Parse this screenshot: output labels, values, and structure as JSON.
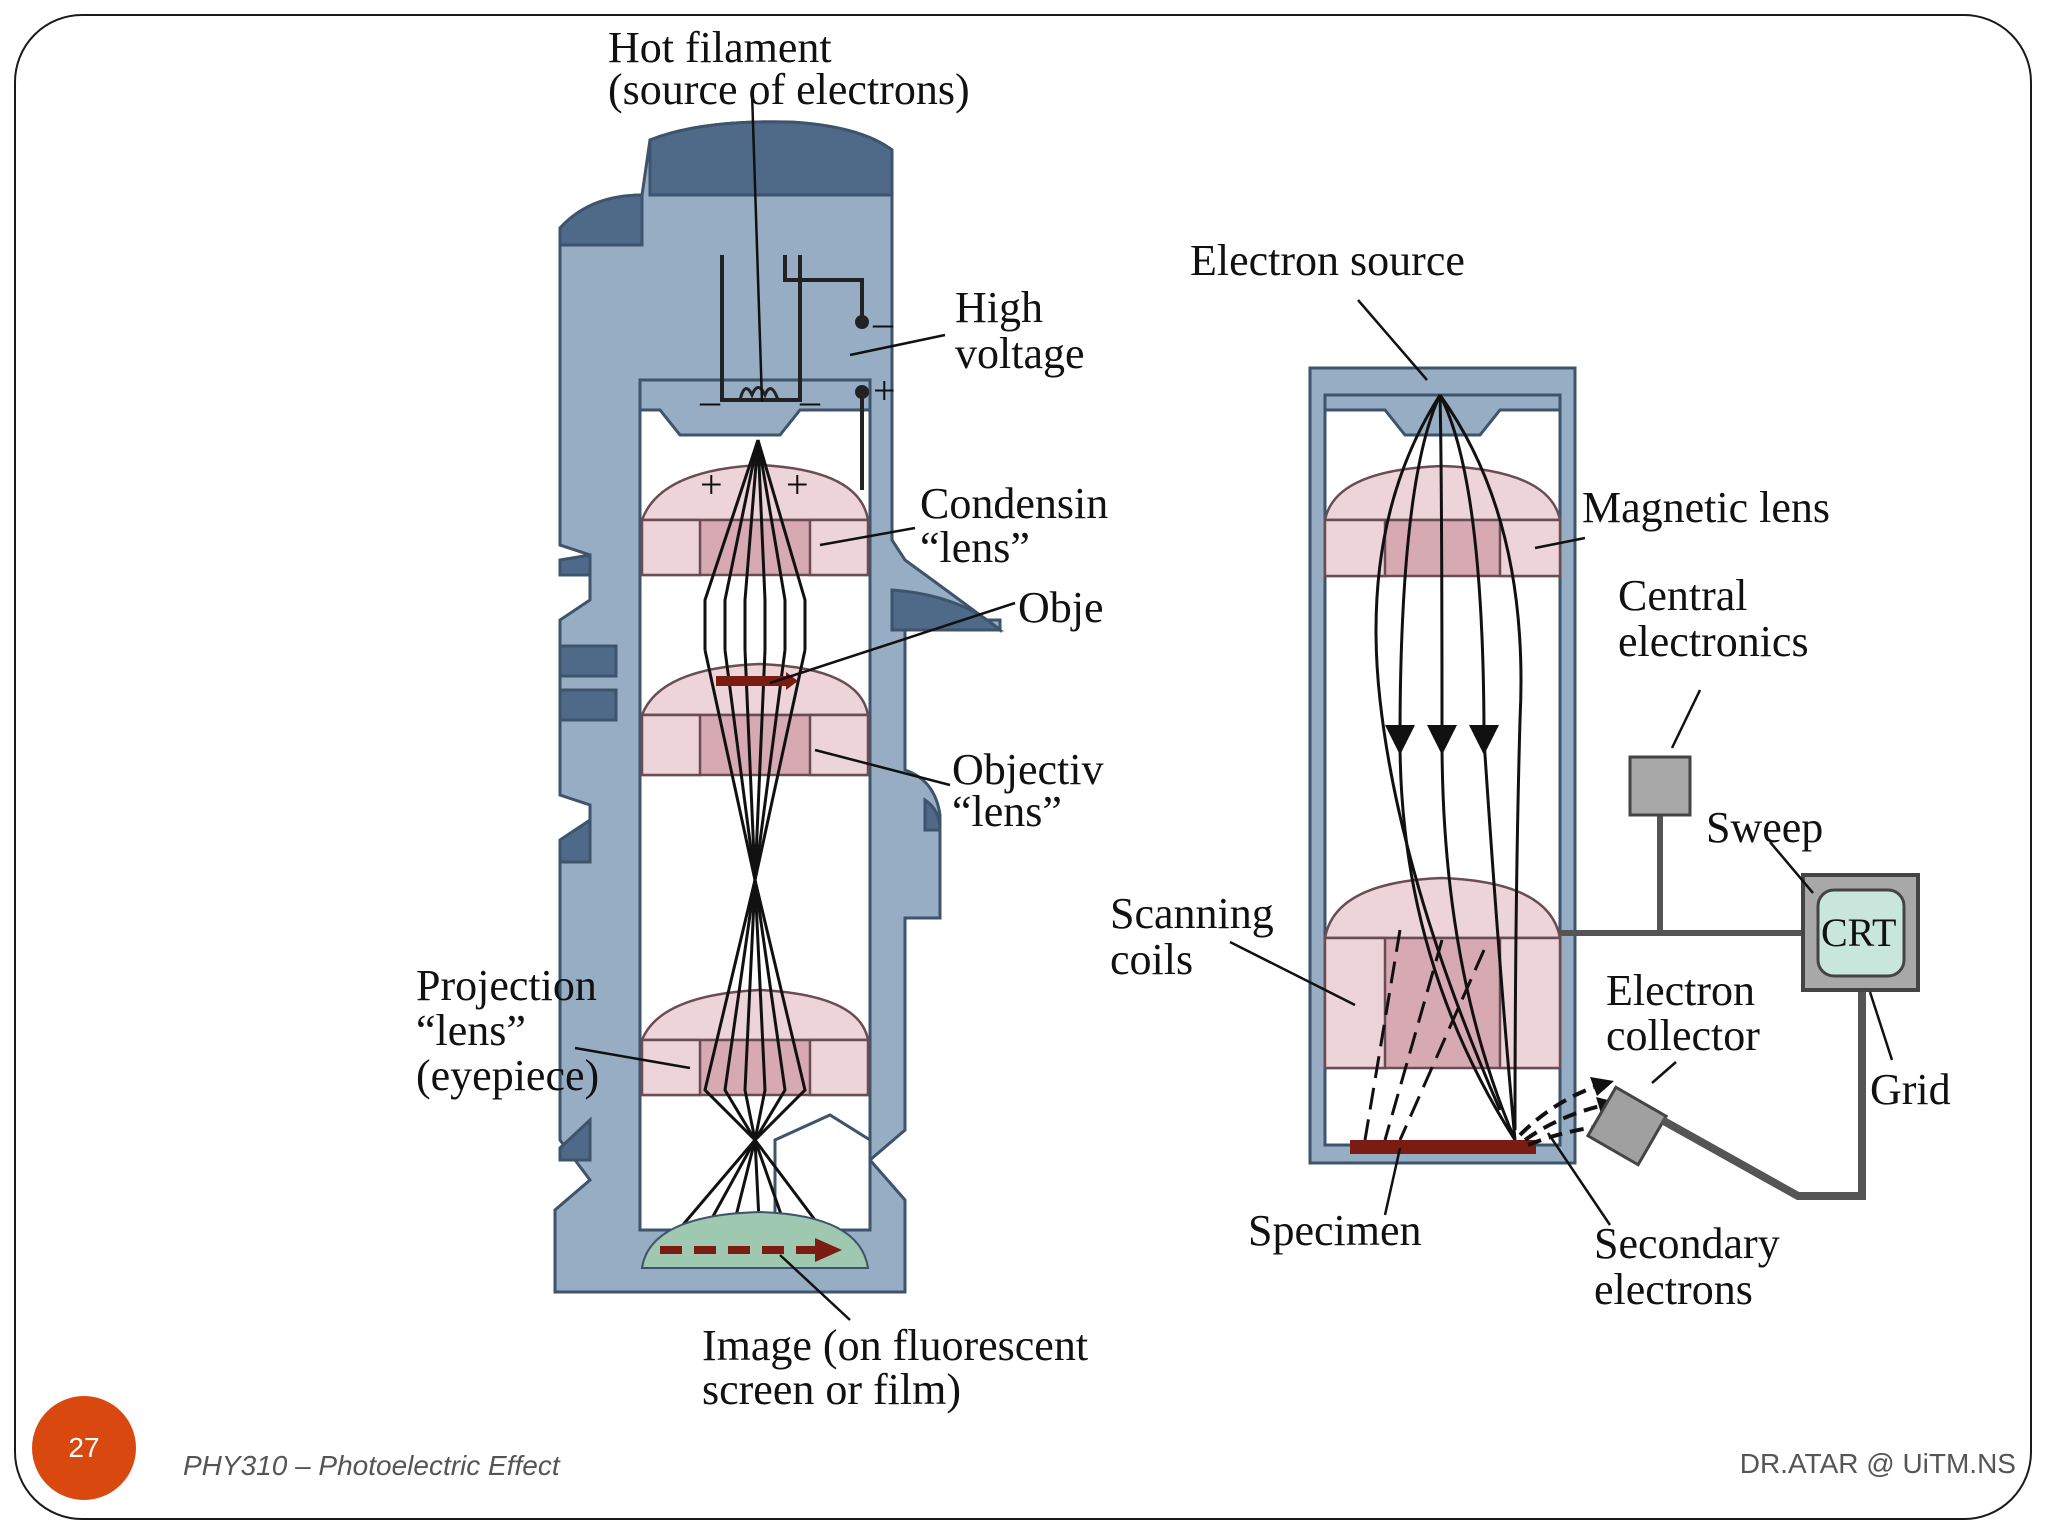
{
  "slide": {
    "page_number": "27",
    "footer_left": "PHY310 – Photoelectric Effect",
    "footer_right": "DR.ATAR @ UiTM.NS"
  },
  "tem": {
    "hot_filament": [
      "Hot filament",
      "(source of electrons)"
    ],
    "high_voltage": [
      "High",
      "voltage"
    ],
    "condensing_lens": [
      "Condensin",
      "“lens”"
    ],
    "object": "Obje",
    "objective_lens": [
      "Objectiv",
      "“lens”"
    ],
    "projection_lens": [
      "Projection",
      "“lens”",
      "(eyepiece)"
    ],
    "image": [
      "Image (on fluorescent",
      "screen or film)"
    ],
    "terminal_minus": "–",
    "terminal_plus": "+",
    "filament_minus": "–",
    "plate_plus": "+"
  },
  "sem": {
    "electron_source": "Electron source",
    "magnetic_lens": "Magnetic lens",
    "central_electronics": [
      "Central",
      "electronics"
    ],
    "sweep": "Sweep",
    "crt": "CRT",
    "scanning_coils": [
      "Scanning",
      "coils"
    ],
    "electron_collector": [
      "Electron",
      "collector"
    ],
    "grid": "Grid",
    "specimen": "Specimen",
    "secondary_electrons": [
      "Secondary",
      "electrons"
    ]
  },
  "colors": {
    "body": "#97adc4",
    "body_dark": "#4f6a88",
    "lens_light": "#ecd4d8",
    "lens_dark": "#d7a9b2",
    "specimen": "#7a1c12",
    "screen": "#9fc8b0",
    "crt_screen": "#c8e6dc",
    "badge": "#d9480f"
  }
}
